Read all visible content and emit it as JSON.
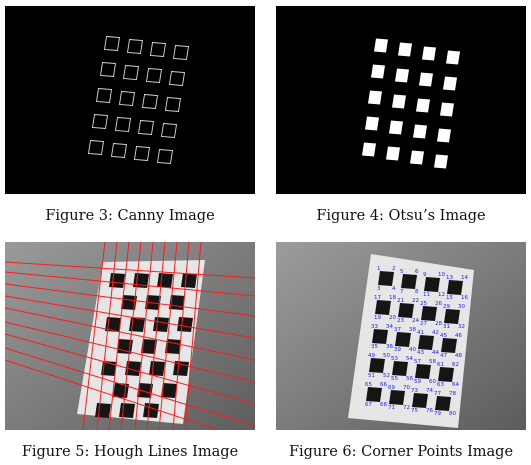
{
  "figures": [
    {
      "caption": "Figure 3: Canny Image",
      "image": "canny-edge-output"
    },
    {
      "caption": "Figure 4: Otsu’s Image",
      "image": "otsu-threshold-output"
    },
    {
      "caption": "Figure 5: Hough Lines Image",
      "image": "hough-lines-output"
    },
    {
      "caption": "Figure 6: Corner Points Image",
      "image": "corner-points-output"
    }
  ],
  "colors": {
    "background": "#000000",
    "edge": "#ffffff",
    "hough_line": "#ff1a1a",
    "corner_label": "#2020ff",
    "photo_wall": "#7a7a7a",
    "paper": "#e6e6e6",
    "square": "#151515"
  },
  "corner_labels": [
    "1",
    "2",
    "3",
    "4",
    "5",
    "6",
    "7",
    "8",
    "9",
    "10",
    "11",
    "12",
    "13",
    "14",
    "15",
    "16",
    "17",
    "18",
    "19",
    "20",
    "21",
    "22",
    "23",
    "24",
    "25",
    "26",
    "27",
    "28",
    "29",
    "30",
    "31",
    "32",
    "33",
    "34",
    "35",
    "36",
    "37",
    "38",
    "39",
    "40",
    "41",
    "42",
    "43",
    "44",
    "45",
    "46",
    "47",
    "48",
    "49",
    "50",
    "51",
    "52",
    "53",
    "54",
    "55",
    "56",
    "57",
    "58",
    "59",
    "60",
    "61",
    "62",
    "63",
    "64",
    "65",
    "66",
    "67",
    "68",
    "69",
    "70",
    "71",
    "72",
    "73",
    "74",
    "75",
    "76",
    "77",
    "78",
    "79",
    "80"
  ]
}
